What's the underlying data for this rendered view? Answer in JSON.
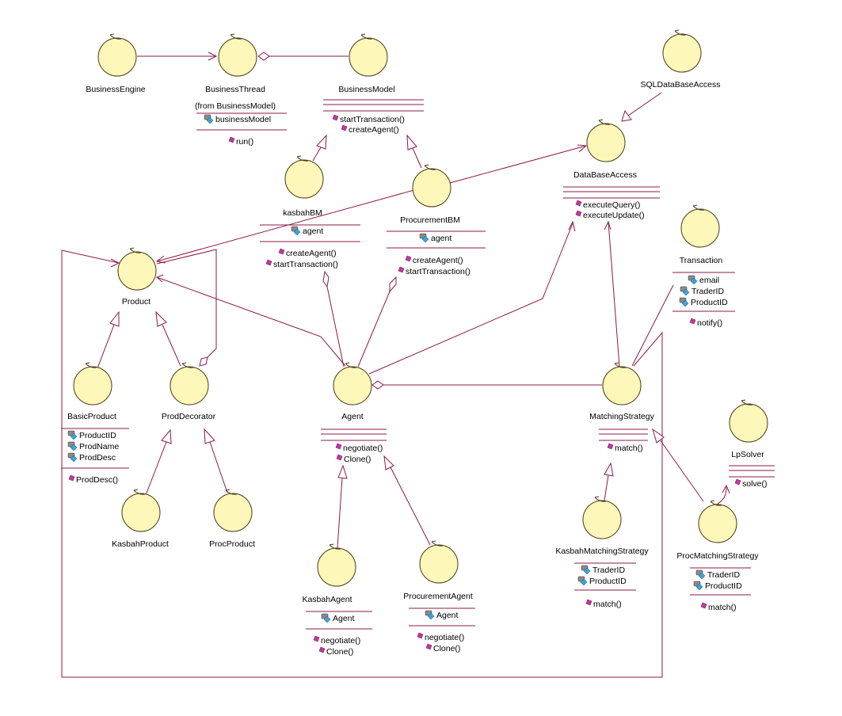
{
  "diagram": {
    "classes": {
      "BusinessEngine": {
        "name": "BusinessEngine",
        "attributes": [],
        "operations": []
      },
      "BusinessThread": {
        "name": "BusinessThread",
        "note": "(from BusinessModel)",
        "attributes": [
          "businessModel"
        ],
        "operations": [
          "run()"
        ]
      },
      "BusinessModel": {
        "name": "BusinessModel",
        "attributes": [],
        "operations": [
          "startTransaction()",
          "createAgent()"
        ]
      },
      "SQLDataBaseAccess": {
        "name": "SQLDataBaseAccess",
        "attributes": [],
        "operations": []
      },
      "DataBaseAccess": {
        "name": "DataBaseAccess",
        "attributes": [],
        "operations": [
          "executeQuery()",
          "executeUpdate()"
        ]
      },
      "kasbahBM": {
        "name": "kasbahBM",
        "attributes": [
          "agent"
        ],
        "operations": [
          "createAgent()",
          "startTransaction()"
        ]
      },
      "ProcurementBM": {
        "name": "ProcurementBM",
        "attributes": [
          "agent"
        ],
        "operations": [
          "createAgent()",
          "startTransaction()"
        ]
      },
      "Transaction": {
        "name": "Transaction",
        "attributes": [
          "email",
          "TraderID",
          "ProductID"
        ],
        "operations": [
          "notify()"
        ]
      },
      "Product": {
        "name": "Product",
        "attributes": [],
        "operations": []
      },
      "BasicProduct": {
        "name": "BasicProduct",
        "attributes": [
          "ProductID",
          "ProdName",
          "ProdDesc"
        ],
        "operations": [
          "ProdDesc()"
        ]
      },
      "ProdDecorator": {
        "name": "ProdDecorator",
        "attributes": [],
        "operations": []
      },
      "KasbahProduct": {
        "name": "KasbahProduct",
        "attributes": [],
        "operations": []
      },
      "ProcProduct": {
        "name": "ProcProduct",
        "attributes": [],
        "operations": []
      },
      "Agent": {
        "name": "Agent",
        "attributes": [],
        "operations": [
          "negotiate()",
          "Clone()"
        ]
      },
      "KasbahAgent": {
        "name": "KasbahAgent",
        "attributes": [
          "Agent"
        ],
        "operations": [
          "negotiate()",
          "Clone()"
        ]
      },
      "ProcurementAgent": {
        "name": "ProcurementAgent",
        "attributes": [
          "Agent"
        ],
        "operations": [
          "negotiate()",
          "Clone()"
        ]
      },
      "MatchingStrategy": {
        "name": "MatchingStrategy",
        "attributes": [],
        "operations": [
          "match()"
        ]
      },
      "LpSolver": {
        "name": "LpSolver",
        "attributes": [],
        "operations": [
          "solve()"
        ]
      },
      "KasbahMatchingStrategy": {
        "name": "KasbahMatchingStrategy",
        "attributes": [
          "TraderID",
          "ProductID"
        ],
        "operations": [
          "match()"
        ]
      },
      "ProcMatchingStrategy": {
        "name": "ProcMatchingStrategy",
        "attributes": [
          "TraderID",
          "ProductID"
        ],
        "operations": [
          "match()"
        ]
      }
    },
    "colors": {
      "entity_fill": "#fdf7b9",
      "entity_stroke": "#4a3a14",
      "relation": "#8b1a4a",
      "operation_icon": "#c03aa0",
      "attribute_icon": "#3aa3d8"
    }
  }
}
